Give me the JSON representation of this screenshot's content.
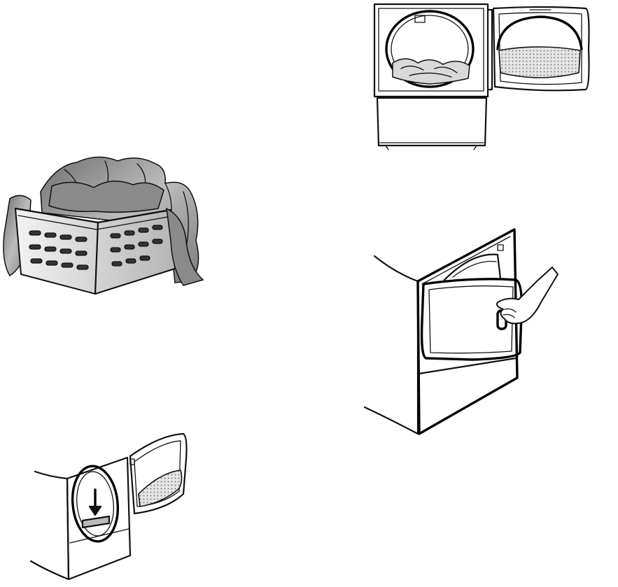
{
  "illustrations": [
    {
      "id": "dryer-front-doors-open",
      "icon": "dryer-open-icon"
    },
    {
      "id": "laundry-basket",
      "icon": "laundry-basket-icon"
    },
    {
      "id": "dryer-door-closing-by-hand",
      "icon": "dryer-door-close-icon"
    },
    {
      "id": "dryer-lint-screen-arrow",
      "icon": "lint-screen-icon"
    }
  ],
  "colors": {
    "ink": "#111111",
    "shade": "#8a8a8a",
    "background": "#ffffff"
  }
}
